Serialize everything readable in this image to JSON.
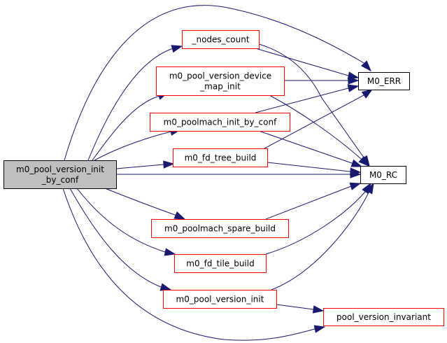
{
  "diagram": {
    "type": "call-graph",
    "colors": {
      "edge": "#191970",
      "root_fill": "#bfbfbf",
      "root_border": "#000000",
      "documented_border": "#000000",
      "undocumented_border": "#ff0000",
      "node_fill": "#ffffff"
    },
    "nodes": [
      {
        "id": "root",
        "lines": [
          "m0_pool_version_init",
          "_by_conf"
        ],
        "kind": "root"
      },
      {
        "id": "nodes_count",
        "lines": [
          "_nodes_count"
        ],
        "kind": "red"
      },
      {
        "id": "device_map_init",
        "lines": [
          "m0_pool_version_device",
          "_map_init"
        ],
        "kind": "red"
      },
      {
        "id": "poolmach_init_by_conf",
        "lines": [
          "m0_poolmach_init_by_conf"
        ],
        "kind": "red"
      },
      {
        "id": "fd_tree_build",
        "lines": [
          "m0_fd_tree_build"
        ],
        "kind": "red"
      },
      {
        "id": "poolmach_spare_build",
        "lines": [
          "m0_poolmach_spare_build"
        ],
        "kind": "red"
      },
      {
        "id": "fd_tile_build",
        "lines": [
          "m0_fd_tile_build"
        ],
        "kind": "red"
      },
      {
        "id": "pool_version_init",
        "lines": [
          "m0_pool_version_init"
        ],
        "kind": "red"
      },
      {
        "id": "m0_err",
        "lines": [
          "M0_ERR"
        ],
        "kind": "black"
      },
      {
        "id": "m0_rc",
        "lines": [
          "M0_RC"
        ],
        "kind": "black"
      },
      {
        "id": "pool_version_invariant",
        "lines": [
          "pool_version_invariant"
        ],
        "kind": "red"
      }
    ],
    "edges": [
      {
        "from": "root",
        "to": "nodes_count"
      },
      {
        "from": "root",
        "to": "device_map_init"
      },
      {
        "from": "root",
        "to": "poolmach_init_by_conf"
      },
      {
        "from": "root",
        "to": "fd_tree_build"
      },
      {
        "from": "root",
        "to": "poolmach_spare_build"
      },
      {
        "from": "root",
        "to": "fd_tile_build"
      },
      {
        "from": "root",
        "to": "pool_version_init"
      },
      {
        "from": "root",
        "to": "m0_err"
      },
      {
        "from": "root",
        "to": "m0_rc"
      },
      {
        "from": "root",
        "to": "pool_version_invariant"
      },
      {
        "from": "nodes_count",
        "to": "m0_err"
      },
      {
        "from": "nodes_count",
        "to": "m0_rc"
      },
      {
        "from": "device_map_init",
        "to": "m0_err"
      },
      {
        "from": "device_map_init",
        "to": "m0_rc"
      },
      {
        "from": "poolmach_init_by_conf",
        "to": "m0_err"
      },
      {
        "from": "poolmach_init_by_conf",
        "to": "m0_rc"
      },
      {
        "from": "fd_tree_build",
        "to": "m0_err"
      },
      {
        "from": "fd_tree_build",
        "to": "m0_rc"
      },
      {
        "from": "poolmach_spare_build",
        "to": "m0_rc"
      },
      {
        "from": "fd_tile_build",
        "to": "m0_rc"
      },
      {
        "from": "pool_version_init",
        "to": "m0_rc"
      },
      {
        "from": "pool_version_init",
        "to": "pool_version_invariant"
      }
    ]
  }
}
